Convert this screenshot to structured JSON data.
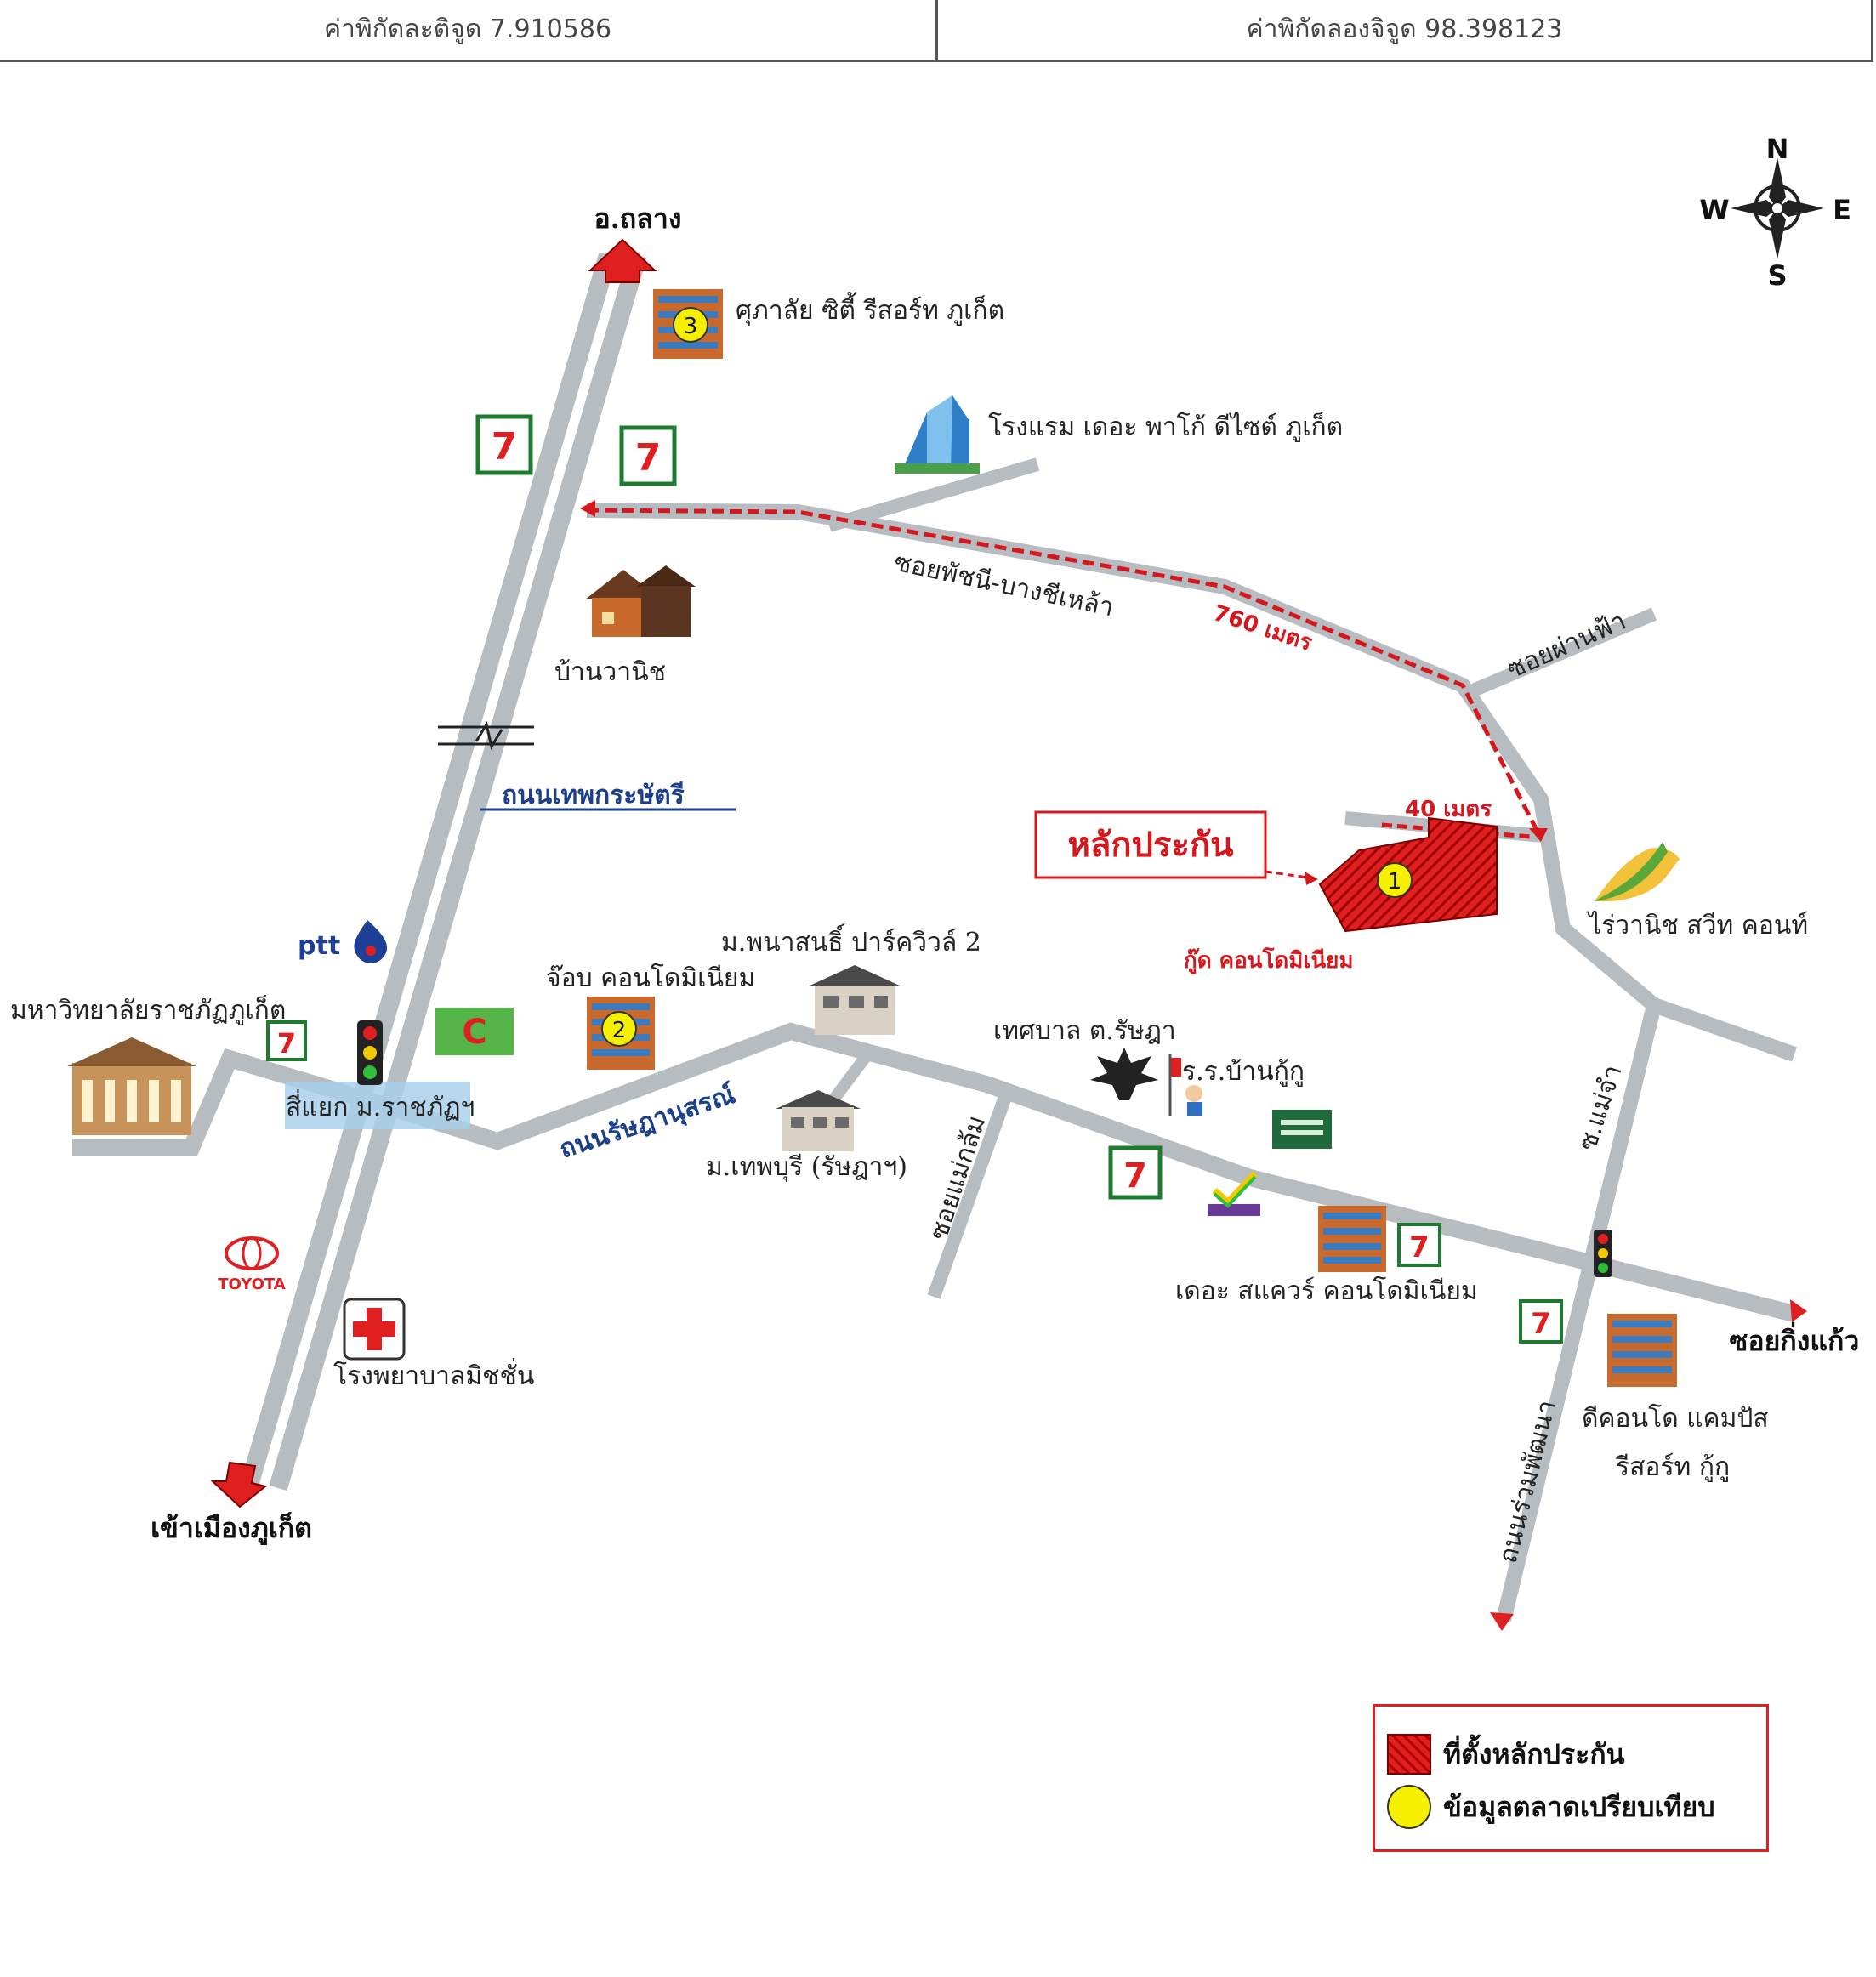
{
  "coords": {
    "lat_label": "ค่าพิกัดละติจูด 7.910586",
    "lon_label": "ค่าพิกัดลองจิจูด 98.398123"
  },
  "compass": {
    "n": "N",
    "s": "S",
    "e": "E",
    "w": "W"
  },
  "roads": {
    "thepkrasattri": "ถนนเทพกระษัตรี",
    "ratsadanusorn": "ถนนรัษฎานุสรณ์",
    "soi_phatchani": "ซอยพัชนี-บางชีเหล้า",
    "soi_phanfa": "ซอยผ่านฟ้า",
    "soi_maekalem": "ซอยแม่กล้ม",
    "soi_maechan": "ซ.แม่จำ",
    "ruamphatthana": "ถนนร่วมพัฒนา"
  },
  "distances": {
    "d760": "760 เมตร",
    "d40": "40 เมตร"
  },
  "directions": {
    "north": "อ.ถลาง",
    "south": "เข้าเมืองภูเก็ต",
    "east": "ซอยกิ่งแก้ว"
  },
  "places": {
    "supalai": "ศุภาลัย ซิตี้ รีสอร์ท ภูเก็ต",
    "hotel": "โรงแรม เดอะ พาโก้ ดีไซต์ ภูเก็ต",
    "banwanit": "บ้านวานิช",
    "university": "มหาวิทยาลัยราชภัฏภูเก็ต",
    "intersection": "สี่แยก ม.ราชภัฏฯ",
    "job_condo": "จ๊อบ คอนโดมิเนียม",
    "phanason": "ม.พนาสนธิ์ ปาร์ควิวล์ 2",
    "thepburi": "ม.เทพบุรี (รัษฎาฯ)",
    "municipality": "เทศบาล ต.รัษฎา",
    "school": "ร.ร.บ้านกู้กู",
    "the_square": "เดอะ สแควร์ คอนโดมิเนียม",
    "dcondo_1": "ดีคอนโด แคมปัส",
    "dcondo_2": "รีสอร์ท กู้กู",
    "hospital": "โรงพยาบาลมิชชั่น",
    "corn": "ไร่วานิช สวีท คอนท์",
    "good_condo": "กู๊ด คอนโดมิเนียม",
    "collateral": "หลักประกัน"
  },
  "badges": {
    "b1": "1",
    "b2": "2",
    "b3": "3"
  },
  "logos": {
    "ptt": "ptt",
    "toyota": "TOYOTA"
  },
  "legend": {
    "collateral_location": "ที่ตั้งหลักประกัน",
    "comparables": "ข้อมูลตลาดเปรียบเทียบ"
  },
  "colors": {
    "road": "#b7bcc1",
    "route": "#d6181e",
    "collateral": "#e02020",
    "badge": "#f5f000",
    "road_label": "#1c3f8c"
  }
}
